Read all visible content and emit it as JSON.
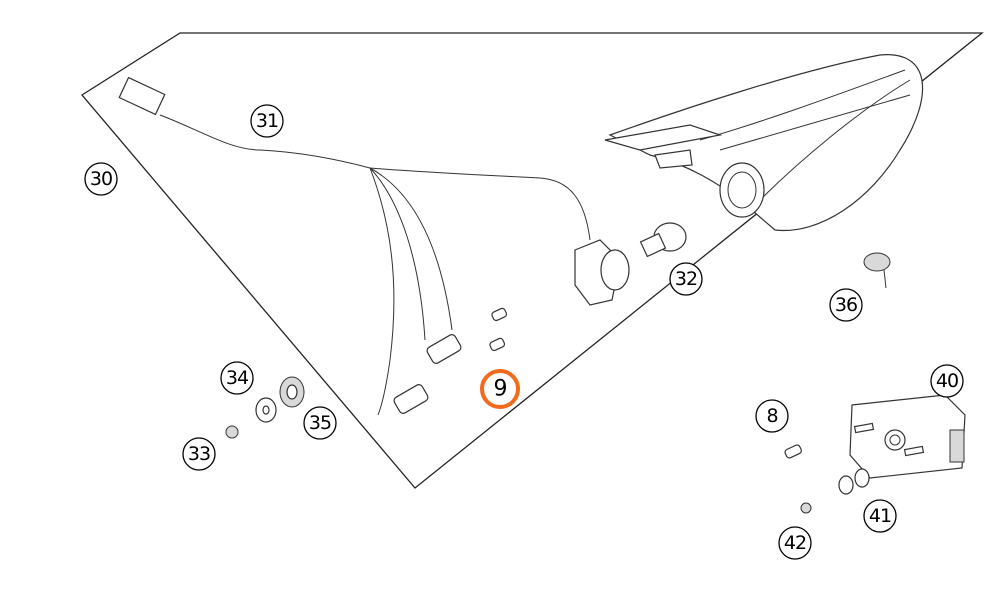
{
  "diagram": {
    "callouts": [
      {
        "id": "30",
        "label": "30"
      },
      {
        "id": "31",
        "label": "31"
      },
      {
        "id": "32",
        "label": "32"
      },
      {
        "id": "33",
        "label": "33"
      },
      {
        "id": "34",
        "label": "34"
      },
      {
        "id": "35",
        "label": "35"
      },
      {
        "id": "36",
        "label": "36"
      },
      {
        "id": "40",
        "label": "40"
      },
      {
        "id": "41",
        "label": "41"
      },
      {
        "id": "42",
        "label": "42"
      },
      {
        "id": "8",
        "label": "8"
      },
      {
        "id": "9",
        "label": "9",
        "highlighted": true
      }
    ],
    "highlight_color": "#f26a1b"
  }
}
